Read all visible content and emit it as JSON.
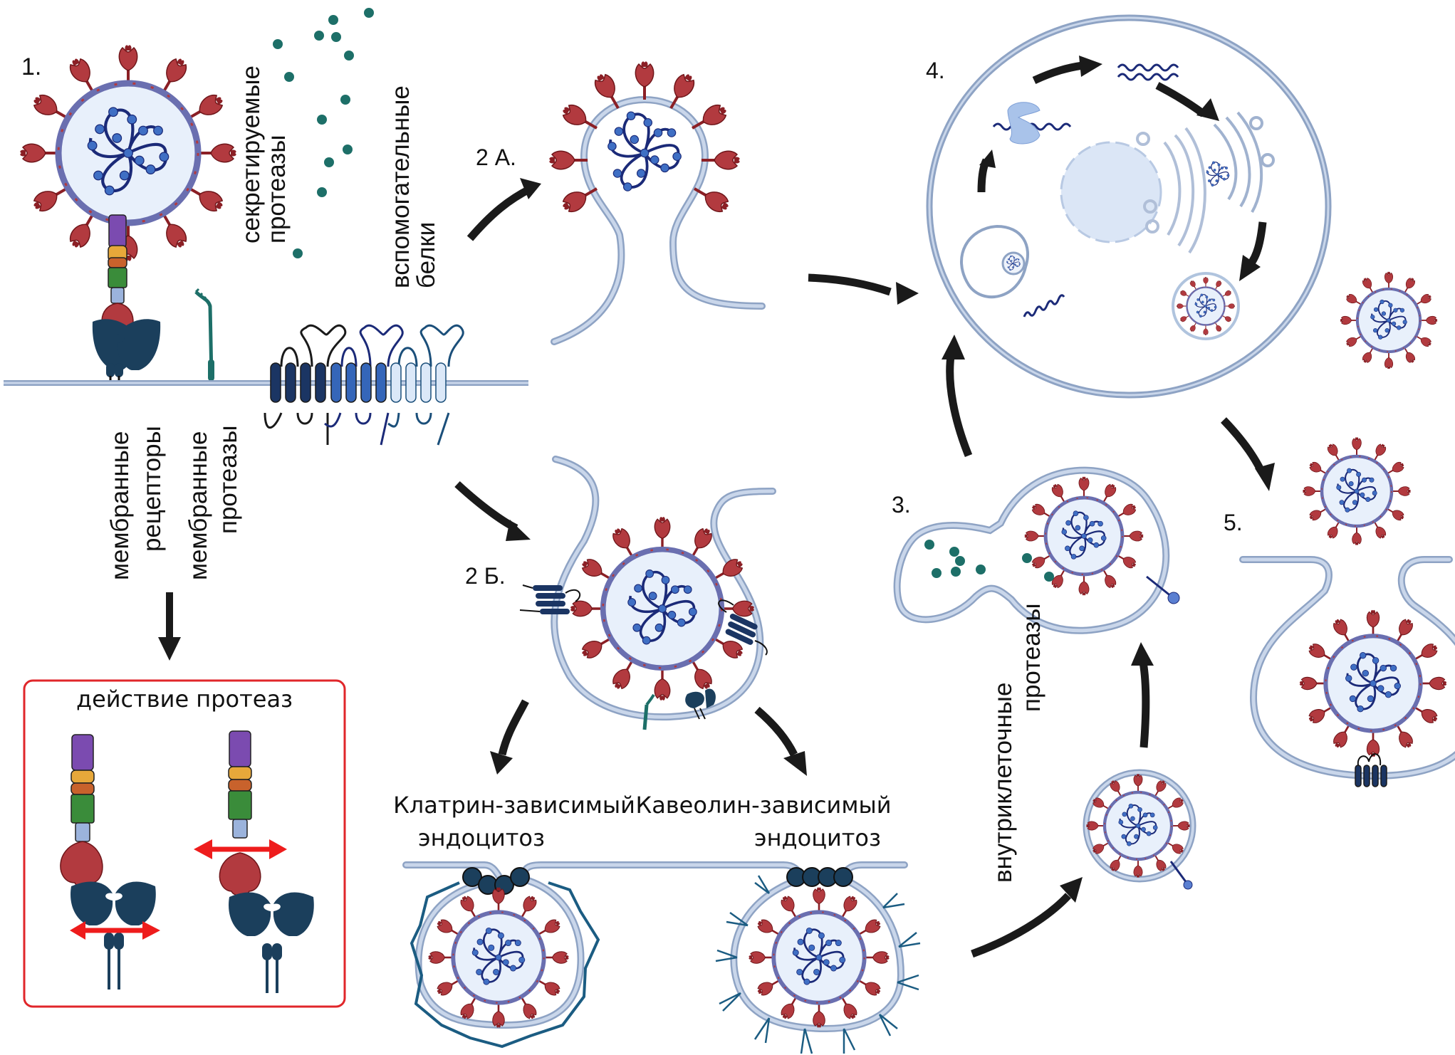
{
  "figure": {
    "colors": {
      "membrane": "#8ea3c4",
      "membrane_light": "#c9d6ea",
      "spike": "#b23a3f",
      "spike_dark": "#8b1f25",
      "envelope": "#6a6fb0",
      "virion_fill": "#e8f0fb",
      "rna": "#1b2a78",
      "nucleocapsid": "#3f6fc4",
      "receptor": "#1b3f5c",
      "protease": "#1d6f68",
      "arrow": "#1a1a1a",
      "highlight_box": "#e0262a",
      "cleavage_arrow": "#ee1c1c"
    },
    "steps": {
      "step1": "1.",
      "step2a": "2 А.",
      "step2b": "2 Б.",
      "step3": "3.",
      "step4": "4.",
      "step5": "5."
    },
    "labels": {
      "secreted_proteases": [
        "секретируемые",
        "протеазы"
      ],
      "helper_proteins": [
        "вспомогательные",
        "белки"
      ],
      "membrane_receptors": [
        "мембранные",
        "рецепторы"
      ],
      "membrane_proteases": [
        "мембранные",
        "протеазы"
      ],
      "intracellular_proteases": [
        "внутриклеточные",
        "протеазы"
      ],
      "clathrin_endocytosis": [
        "Клатрин-зависимый",
        "эндоцитоз"
      ],
      "caveolin_endocytosis": [
        "Кавеолин-зависимый",
        "эндоцитоз"
      ]
    },
    "inset": {
      "title": "действие протеаз"
    }
  }
}
